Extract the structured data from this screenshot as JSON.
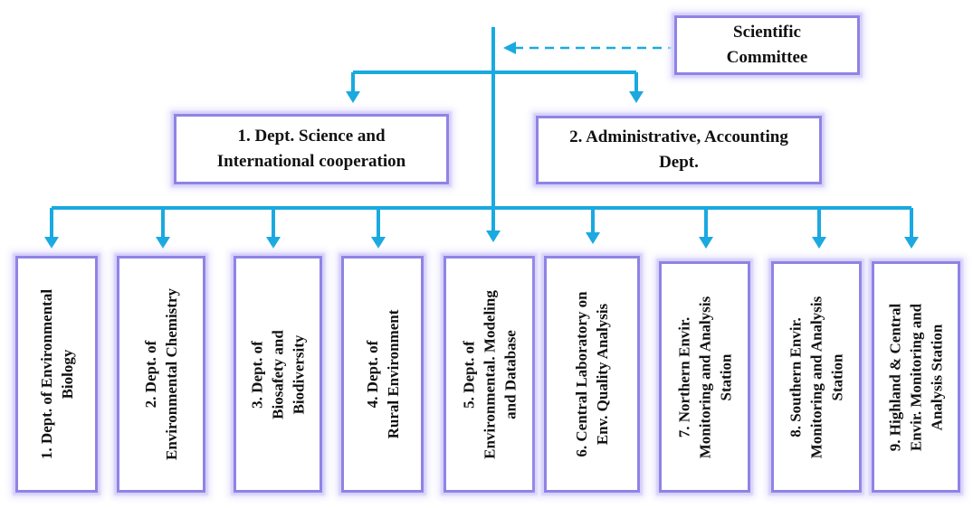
{
  "scientific_committee": {
    "lines": [
      "Scientific",
      "Committee"
    ]
  },
  "dept_science": {
    "lines": [
      "1. Dept. Science and",
      "International  cooperation"
    ]
  },
  "dept_admin": {
    "lines": [
      "2. Administrative, Accounting",
      "Dept."
    ]
  },
  "units": [
    {
      "lines": [
        "1. Dept. of Environmental",
        "Biology"
      ]
    },
    {
      "lines": [
        "2. Dept. of",
        "Environmental Chemistry"
      ]
    },
    {
      "lines": [
        "3. Dept. of",
        "Biosafety and",
        "Biodiversity"
      ]
    },
    {
      "lines": [
        "4. Dept. of",
        "Rural Environment"
      ]
    },
    {
      "lines": [
        "5. Dept. of",
        "Environmental. Modeling",
        "and Database"
      ]
    },
    {
      "lines": [
        "6. Central Laboratory on",
        "Env. Quality  Analysis"
      ]
    },
    {
      "lines": [
        "7. Northern Envir.",
        "Monitoring and Analysis",
        "Station"
      ]
    },
    {
      "lines": [
        "8. Southern Envir.",
        "Monitoring and Analysis",
        "Station"
      ]
    },
    {
      "lines": [
        "9. Highland & Central",
        "Envir. Monitoring and",
        "Analysis Station"
      ]
    }
  ],
  "colors": {
    "connector": "#1aa9e0",
    "box_border": "#8f83e6",
    "box_glow": "#d6d0fa"
  }
}
